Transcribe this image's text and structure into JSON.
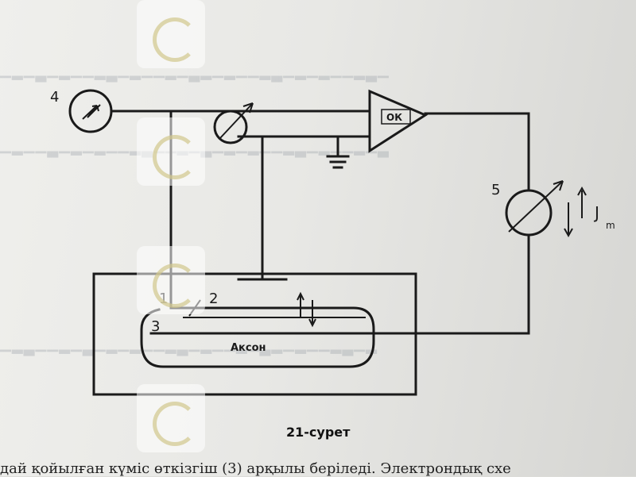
{
  "figure": {
    "caption": "21-сурет",
    "labels": {
      "stimulator": "4",
      "meter": "5",
      "electrode_1": "1",
      "electrode_2": "2",
      "electrode_3": "3",
      "current_symbol": "J",
      "current_subscript": "m",
      "amplifier": "ОК",
      "axon": "Аксон"
    }
  },
  "page": {
    "bottom_line": "дай қойылған күміс өткізгіш (3) арқылы беріледі. Электрондық схе"
  },
  "colors": {
    "ink": "#1a1a1a",
    "paper": "#ecece9"
  }
}
